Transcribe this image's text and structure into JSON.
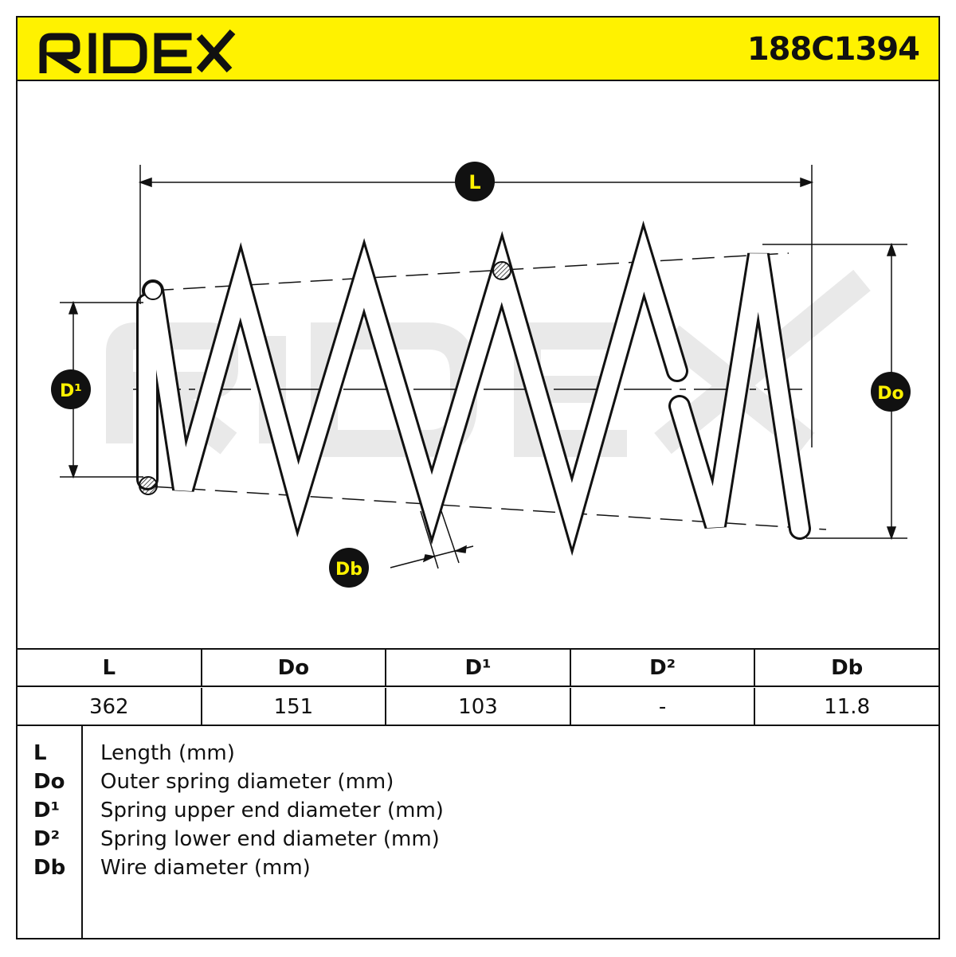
{
  "header": {
    "brand": "RIDEX",
    "part_number": "188C1394",
    "colors": {
      "brand_yellow": "#fff200",
      "ink": "#111111",
      "watermark": "#e9e9e9"
    }
  },
  "drawing": {
    "labels": {
      "length": "L",
      "outer_diameter": "Do",
      "upper_diameter": "D¹",
      "wire_diameter": "Db"
    }
  },
  "spec_table": {
    "headers": [
      "L",
      "Do",
      "D¹",
      "D²",
      "Db"
    ],
    "values": [
      "362",
      "151",
      "103",
      "-",
      "11.8"
    ]
  },
  "legend": [
    {
      "symbol": "L",
      "description": "Length (mm)"
    },
    {
      "symbol": "Do",
      "description": "Outer spring diameter (mm)"
    },
    {
      "symbol": "D¹",
      "description": "Spring upper end diameter (mm)"
    },
    {
      "symbol": "D²",
      "description": "Spring lower end diameter (mm)"
    },
    {
      "symbol": "Db",
      "description": "Wire diameter (mm)"
    }
  ]
}
